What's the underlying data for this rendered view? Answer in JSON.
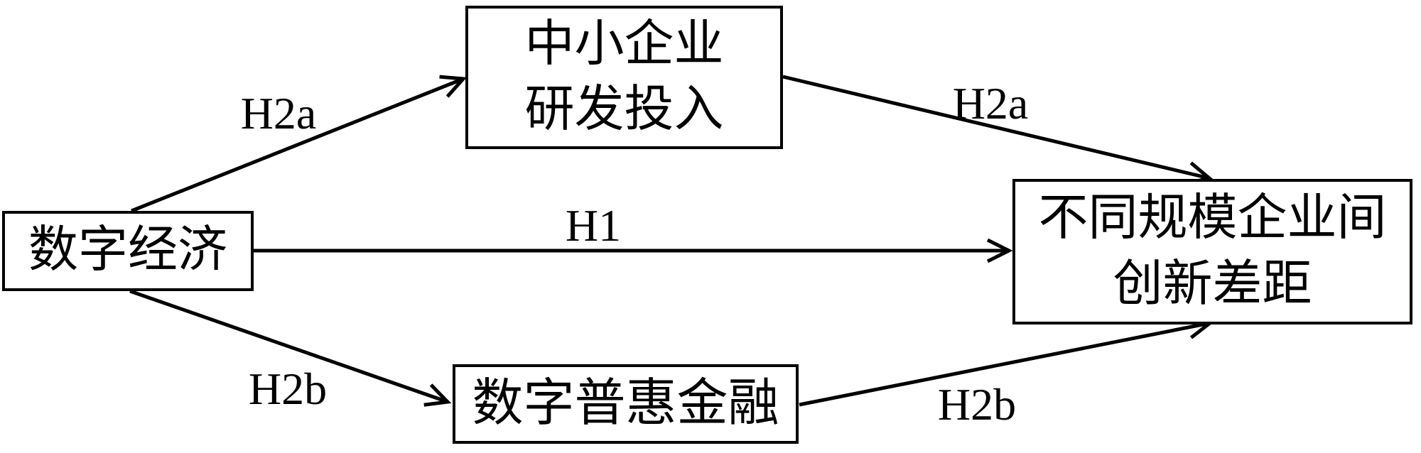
{
  "diagram": {
    "background_color": "#ffffff",
    "line_color": "#000000",
    "text_color": "#000000",
    "nodes": {
      "digital_economy": {
        "label": "数字经济"
      },
      "sme_rd": {
        "line1": "中小企业",
        "line2": "研发投入"
      },
      "inclusive_finance": {
        "label": "数字普惠金融"
      },
      "innovation_gap": {
        "line1": "不同规模企业间",
        "line2": "创新差距"
      }
    },
    "edge_labels": {
      "h2a_left": "H2a",
      "h1": "H1",
      "h2a_right": "H2a",
      "h2b_left": "H2b",
      "h2b_right": "H2b"
    }
  }
}
